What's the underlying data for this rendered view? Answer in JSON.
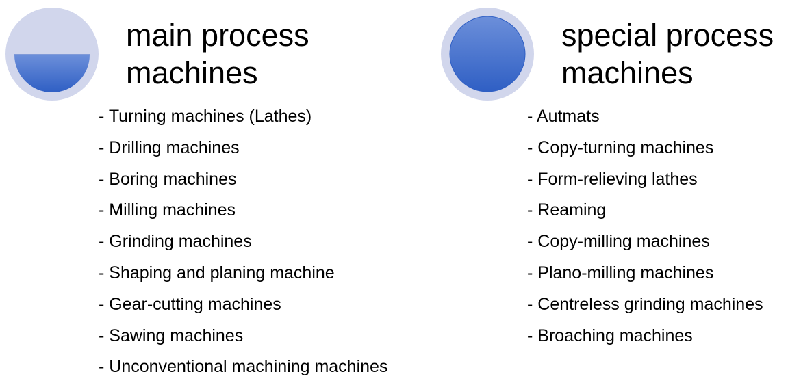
{
  "colors": {
    "ring": "#d1d6ec",
    "fill_top": "#6c8fda",
    "fill_bottom": "#2f5fc4"
  },
  "main": {
    "icon": "half-filled-circle-icon",
    "title_line1": "main process",
    "title_line2": "machines",
    "items": [
      "- Turning machines (Lathes)",
      "- Drilling machines",
      "- Boring machines",
      "- Milling machines",
      "- Grinding machines",
      "- Shaping and planing machine",
      "- Gear-cutting machines",
      "- Sawing machines",
      "- Unconventional machining machines"
    ]
  },
  "special": {
    "icon": "filled-circle-icon",
    "title_line1": "special process",
    "title_line2": "machines",
    "items": [
      "- Autmats",
      "- Copy-turning machines",
      "- Form-relieving lathes",
      "- Reaming",
      "- Copy-milling machines",
      "- Plano-milling machines",
      "- Centreless grinding machines",
      "- Broaching machines"
    ]
  }
}
